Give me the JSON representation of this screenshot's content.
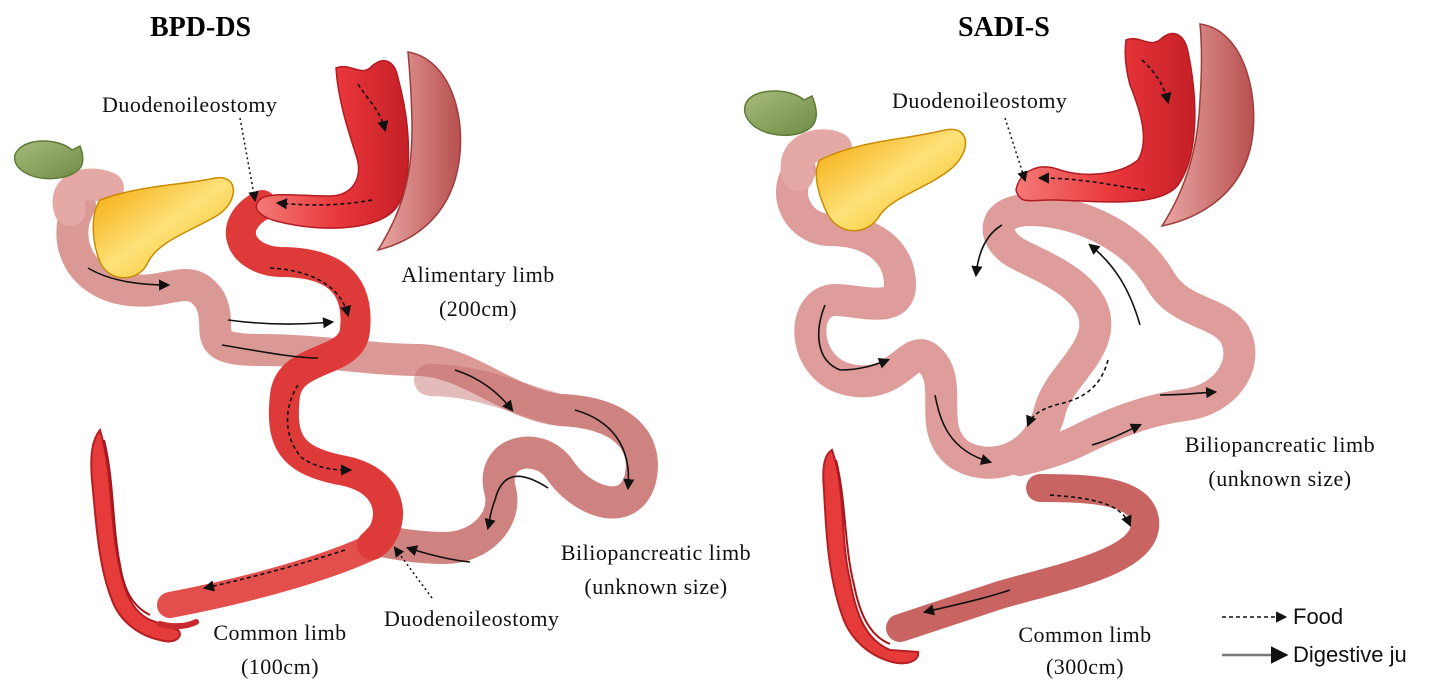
{
  "panels": [
    {
      "title": "BPD-DS",
      "labels": {
        "duodenoileostomy_top": "Duodenoileostomy",
        "alimentary_limb": "Alimentary limb",
        "alimentary_limb_size": "(200cm)",
        "biliopancreatic_limb": "Biliopancreatic limb",
        "biliopancreatic_limb_size": "(unknown size)",
        "duodenoileostomy_bottom": "Duodenoileostomy",
        "common_limb": "Common limb",
        "common_limb_size": "(100cm)"
      }
    },
    {
      "title": "SADI-S",
      "labels": {
        "duodenoileostomy_top": "Duodenoileostomy",
        "biliopancreatic_limb": "Biliopancreatic limb",
        "biliopancreatic_limb_size": "(unknown size)",
        "common_limb": "Common limb",
        "common_limb_size": "(300cm)"
      }
    }
  ],
  "legend": {
    "food": "Food",
    "digestive": "Digestive ju"
  },
  "colors": {
    "food_limb": "#e8403f",
    "bile_limb": "#d99a98",
    "common_limb": "#c66563",
    "stomach": "#e23b3c",
    "spleen_like": "#c96d6b",
    "pancreas": "#f3c02d",
    "gallbladder": "#8aa05a",
    "colon": "#e53b3a"
  }
}
